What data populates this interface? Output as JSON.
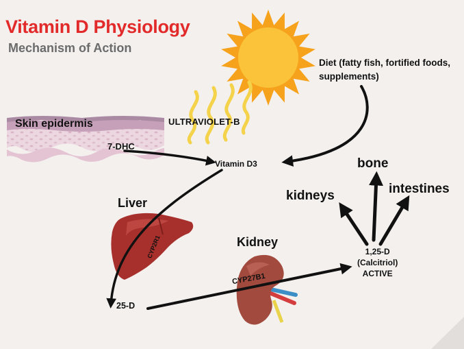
{
  "title": "Vitamin D Physiology",
  "subtitle": "Mechanism of Action",
  "skin_label": "Skin epidermis",
  "dhc_label": "7-DHC",
  "uvb_label": "ULTRAVIOLET-B",
  "diet_label": "Diet (fatty fish, fortified foods, supplements)",
  "vitamin_d3_label": "Vitamin D3",
  "liver_label": "Liver",
  "cyp2r1_label": "CYP2R1",
  "kidney_label": "Kidney",
  "cyp27b1_label": "CYP27B1",
  "d25_label": "25-D",
  "calcitriol": {
    "line1": "1,25-D",
    "line2": "(Calcitriol)",
    "line3": "ACTIVE"
  },
  "targets": {
    "kidneys": "kidneys",
    "bone": "bone",
    "intestines": "intestines"
  },
  "colors": {
    "title": "#e22a2a",
    "subtitle": "#6b6b6b",
    "sun": "#f6a21c",
    "sun_core": "#fbc33a",
    "uv_rays": "#f4d24a",
    "liver": "#a8302c",
    "kidney": "#a24a3e",
    "skin": "#e7ccd8",
    "background": "#f3f0ee"
  },
  "icons": [
    "sun-icon",
    "uv-rays-icon",
    "skin-layer-icon",
    "liver-icon",
    "kidney-icon"
  ]
}
